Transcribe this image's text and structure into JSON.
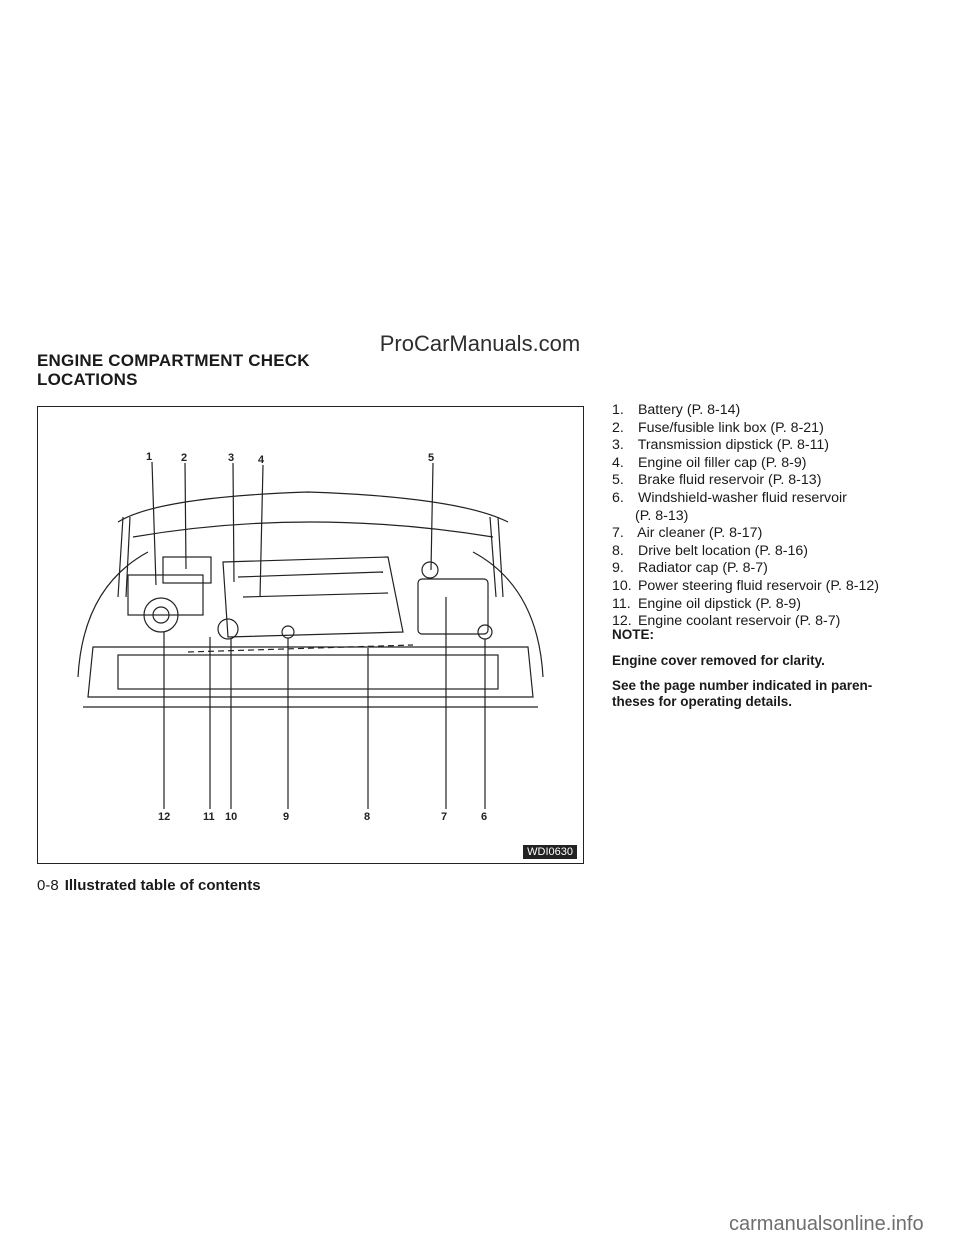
{
  "watermark_top": "ProCarManuals.com",
  "section_title_line1": "ENGINE COMPARTMENT CHECK",
  "section_title_line2": "LOCATIONS",
  "figure": {
    "code": "WDI0630",
    "callouts_top": [
      "1",
      "2",
      "3",
      "4",
      "5"
    ],
    "callouts_bottom": [
      "12",
      "11",
      "10",
      "9",
      "8",
      "7",
      "6"
    ]
  },
  "items": [
    {
      "num": "1.",
      "text": "Battery (P. 8-14)"
    },
    {
      "num": "2.",
      "text": "Fuse/fusible link box (P. 8-21)"
    },
    {
      "num": "3.",
      "text": "Transmission dipstick (P. 8-11)"
    },
    {
      "num": "4.",
      "text": "Engine oil filler cap (P. 8-9)"
    },
    {
      "num": "5.",
      "text": "Brake fluid reservoir (P. 8-13)"
    },
    {
      "num": "6.",
      "text": "Windshield-washer fluid reservoir",
      "cont": "(P. 8-13)"
    },
    {
      "num": "7.",
      "text": "Air cleaner (P. 8-17)"
    },
    {
      "num": "8.",
      "text": "Drive belt location (P. 8-16)"
    },
    {
      "num": "9.",
      "text": "Radiator cap (P. 8-7)"
    },
    {
      "num": "10.",
      "text": "Power steering fluid reservoir (P. 8-12)"
    },
    {
      "num": "11.",
      "text": "Engine oil dipstick (P. 8-9)"
    },
    {
      "num": "12.",
      "text": "Engine coolant reservoir (P. 8-7)"
    }
  ],
  "note": {
    "heading": "NOTE:",
    "line1": "Engine cover removed for clarity.",
    "line2a": "See the page number indicated in paren-",
    "line2b": "theses for operating details."
  },
  "footer": {
    "page": "0-8",
    "title": "Illustrated table of contents"
  },
  "watermark_bottom": "carmanualsonline.info"
}
